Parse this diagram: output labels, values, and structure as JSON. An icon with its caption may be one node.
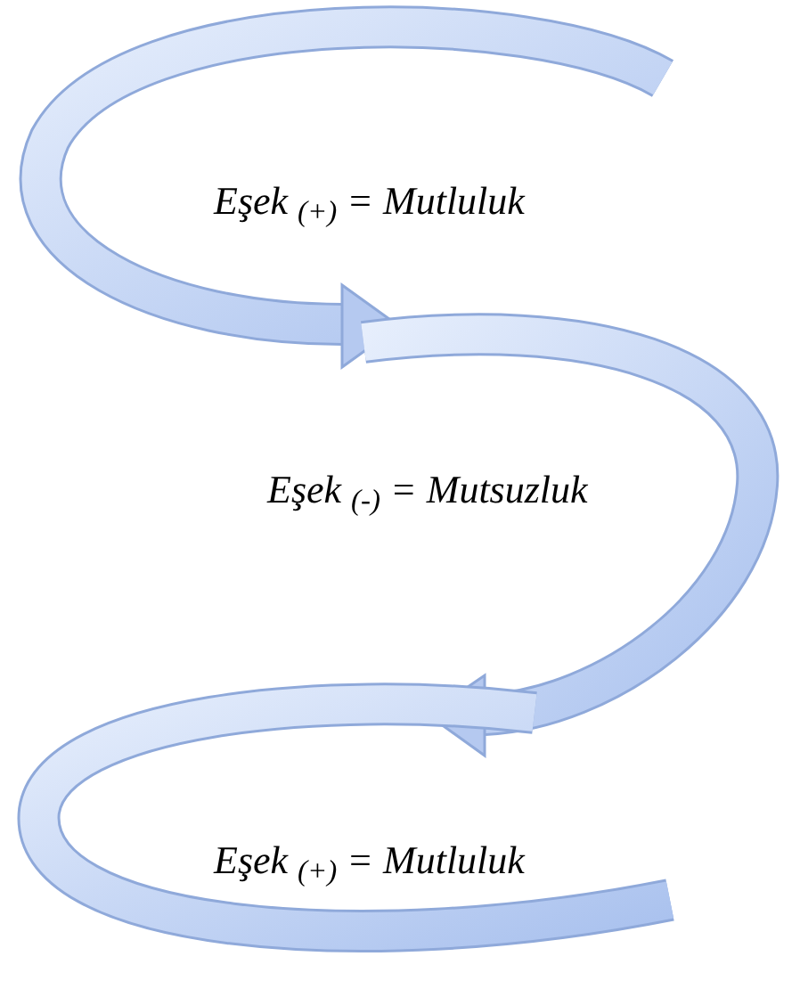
{
  "diagram": {
    "labels": [
      "Eşek $_{(+)}$ = Mutluluk",
      "Eşek $_{(-)}$ = Mutsuzluk",
      "Eşek $_{(+)}$ = Mutluluk"
    ]
  }
}
